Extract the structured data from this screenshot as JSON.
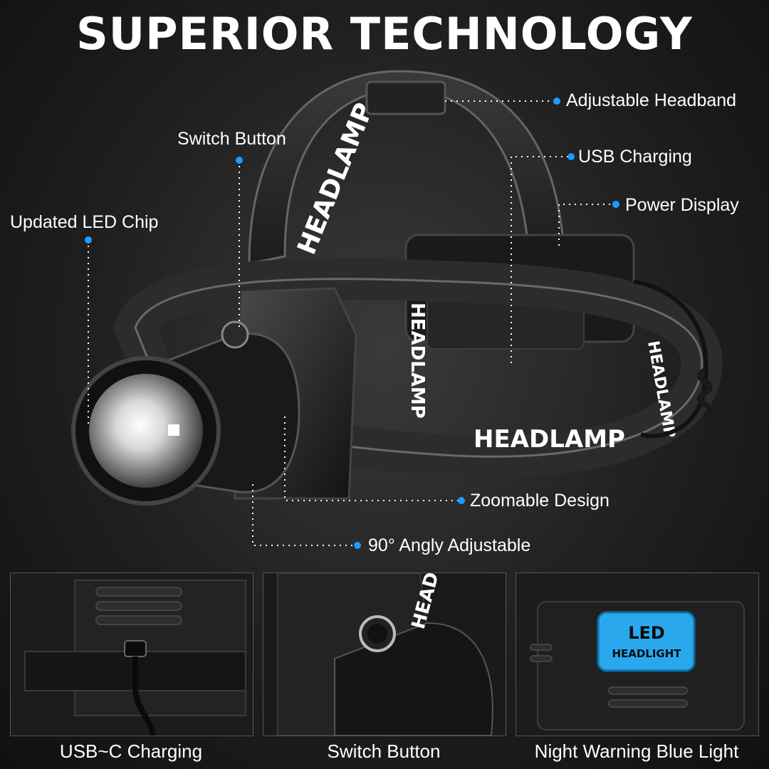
{
  "title": "SUPERIOR TECHNOLOGY",
  "callouts": {
    "adjustable_headband": "Adjustable Headband",
    "switch_button": "Switch Button",
    "usb_charging": "USB Charging",
    "power_display": "Power Display",
    "updated_led_chip": "Updated LED Chip",
    "zoomable_design": "Zoomable Design",
    "angle_adjustable": "90° Angly Adjustable"
  },
  "strap_text": "HEADLAMP",
  "panels": [
    {
      "caption": "USB~C Charging"
    },
    {
      "caption": "Switch Button"
    },
    {
      "caption": "Night Warning Blue Light",
      "badge_line1": "LED",
      "badge_line2": "HEADLIGHT"
    }
  ],
  "colors": {
    "accent_dot": "#1e9bff",
    "badge_blue": "#2aa8ee",
    "background": "#1f1f1f"
  },
  "icons": [
    "usb-c-cable-icon",
    "switch-button-icon",
    "led-badge-icon"
  ]
}
